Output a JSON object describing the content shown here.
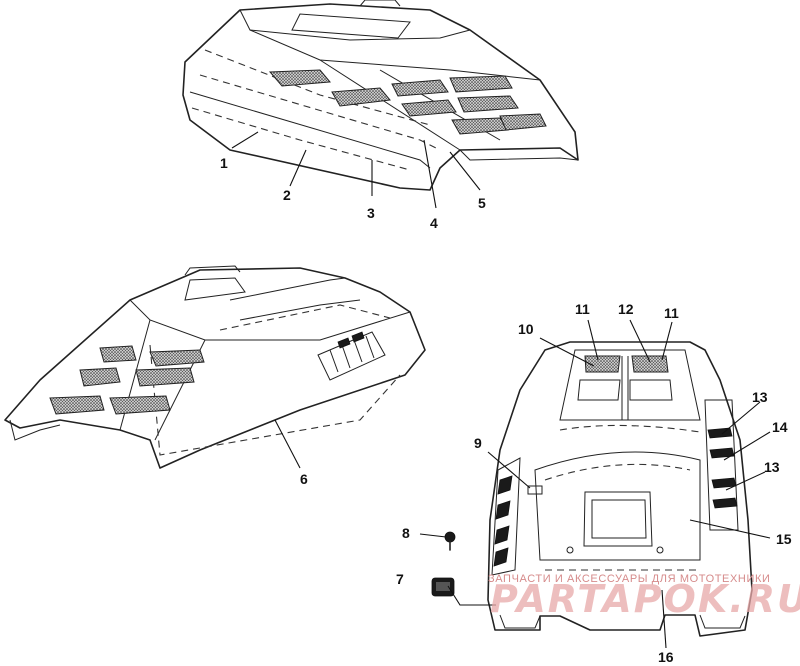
{
  "callouts": [
    "1",
    "2",
    "3",
    "4",
    "5",
    "6",
    "7",
    "8",
    "9",
    "10",
    "11",
    "12",
    "11",
    "13",
    "14",
    "13",
    "15",
    "16"
  ],
  "watermark": {
    "tagline": "ЗАПЧАСТИ И АКСЕССУАРЫ ДЛЯ МОТОТЕХНИКИ",
    "logo": "PARTAPOK.RU"
  }
}
